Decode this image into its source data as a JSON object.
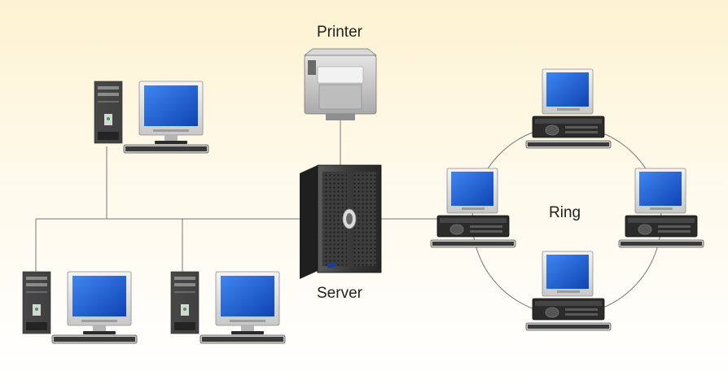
{
  "labels": {
    "printer": "Printer",
    "server": "Server",
    "ring": "Ring"
  },
  "colors": {
    "line": "#777777",
    "screen": "#1f63d8",
    "case_light": "#c9c9c9",
    "case_dark": "#2a2a2a",
    "background_top": "#fdf3d2"
  },
  "nodes": [
    {
      "name": "printer",
      "icon": "printer-icon"
    },
    {
      "name": "server",
      "icon": "server-tower-icon"
    },
    {
      "name": "bus-workstation-top",
      "icon": "desktop-computer-icon"
    },
    {
      "name": "bus-workstation-bottom-left",
      "icon": "desktop-computer-icon"
    },
    {
      "name": "bus-workstation-bottom-middle",
      "icon": "desktop-computer-icon"
    },
    {
      "name": "ring-workstation-top",
      "icon": "desktop-computer-icon"
    },
    {
      "name": "ring-workstation-left",
      "icon": "desktop-computer-icon"
    },
    {
      "name": "ring-workstation-right",
      "icon": "desktop-computer-icon"
    },
    {
      "name": "ring-workstation-bottom",
      "icon": "desktop-computer-icon"
    }
  ]
}
